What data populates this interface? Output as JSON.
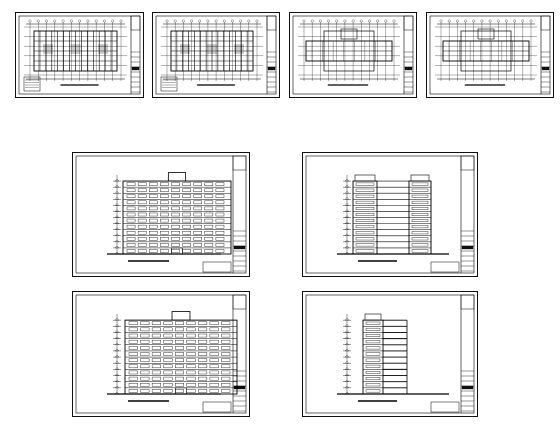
{
  "drawing_set": {
    "background": "#ffffff",
    "line_color": "#000000",
    "sheets": [
      {
        "kind": "floor-plan"
      },
      {
        "kind": "floor-plan"
      },
      {
        "kind": "floor-plan"
      },
      {
        "kind": "floor-plan"
      },
      {
        "kind": "elevation-front",
        "floors": 12
      },
      {
        "kind": "elevation-rear",
        "floors": 12
      },
      {
        "kind": "elevation-side",
        "floors": 12
      },
      {
        "kind": "section",
        "floors": 12
      }
    ]
  }
}
